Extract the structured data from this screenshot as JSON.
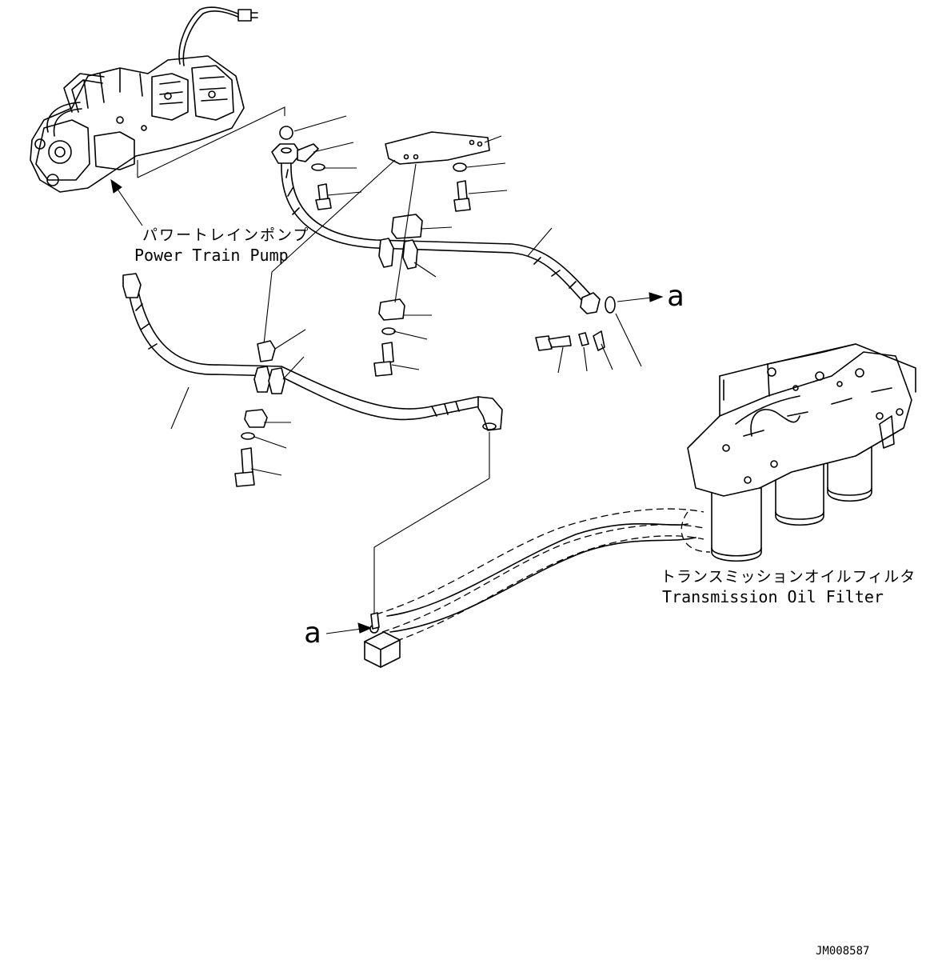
{
  "labels": {
    "pump_jp": "パワートレインポンプ",
    "pump_en": "Power Train Pump",
    "filter_jp": "トランスミッションオイルフィルタ",
    "filter_en": "Transmission Oil Filter",
    "ref_a_right": "a",
    "ref_a_left": "a",
    "drawing_number": "JM008587"
  }
}
